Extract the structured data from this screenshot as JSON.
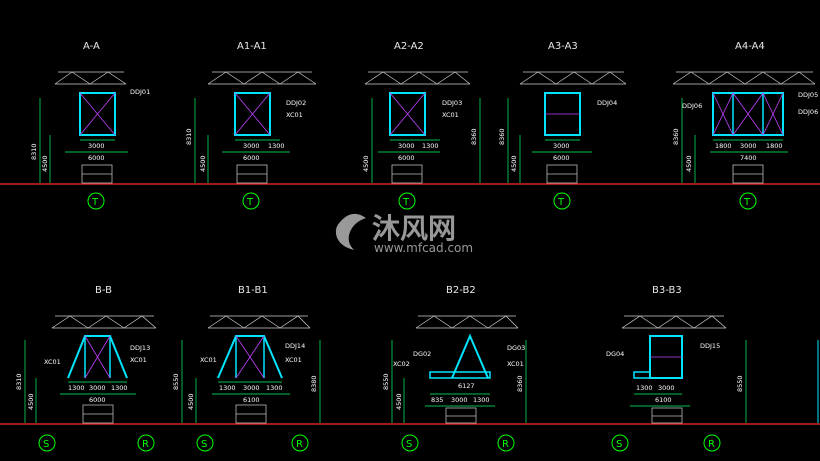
{
  "sections": [
    {
      "title": "A-A",
      "axis_labels": [
        "T"
      ],
      "heights": [
        "8310",
        "4500"
      ],
      "dims": [
        "3000",
        "6000"
      ],
      "members": [
        "DDJ01"
      ]
    },
    {
      "title": "A1-A1",
      "axis_labels": [
        "T"
      ],
      "heights": [
        "8310",
        "4500"
      ],
      "dims": [
        "3000",
        "6000",
        "1300"
      ],
      "members": [
        "DDJ02",
        "XC01"
      ]
    },
    {
      "title": "A2-A2",
      "axis_labels": [
        "T"
      ],
      "heights": [
        "8360",
        "4500"
      ],
      "dims": [
        "3000",
        "1300",
        "6000"
      ],
      "members": [
        "DDJ03",
        "XC01"
      ]
    },
    {
      "title": "A3-A3",
      "axis_labels": [
        "T"
      ],
      "heights": [
        "8360",
        "4500"
      ],
      "dims": [
        "3000",
        "6000"
      ],
      "members": [
        "DDJ04"
      ]
    },
    {
      "title": "A4-A4",
      "axis_labels": [
        "T"
      ],
      "heights": [
        "8360",
        "4500"
      ],
      "dims": [
        "1800",
        "3000",
        "1800",
        "7400"
      ],
      "members": [
        "DDJ06",
        "DDJ05",
        "DDJ06"
      ]
    },
    {
      "title": "B-B",
      "axis_labels": [
        "S",
        "R"
      ],
      "heights": [
        "8310",
        "4500"
      ],
      "dims": [
        "1300",
        "3000",
        "1300",
        "6000"
      ],
      "members": [
        "XC01",
        "DDJ13",
        "XC01"
      ]
    },
    {
      "title": "B1-B1",
      "axis_labels": [
        "S",
        "R"
      ],
      "heights": [
        "8550",
        "8380",
        "4500"
      ],
      "dims": [
        "1300",
        "3000",
        "1300",
        "6100"
      ],
      "members": [
        "XC01",
        "DDJ14",
        "XC01"
      ]
    },
    {
      "title": "B2-B2",
      "axis_labels": [
        "S",
        "R"
      ],
      "heights": [
        "8550",
        "8360",
        "4500"
      ],
      "dims": [
        "835",
        "3000",
        "1300",
        "6127"
      ],
      "members": [
        "XC02",
        "DG02",
        "DG03",
        "XC01"
      ]
    },
    {
      "title": "B3-B3",
      "axis_labels": [
        "S",
        "R"
      ],
      "heights": [
        "8550"
      ],
      "dims": [
        "1300",
        "3000",
        "6100"
      ],
      "members": [
        "DG04",
        "DDJ15"
      ]
    }
  ],
  "watermark": {
    "cn": "沐风网",
    "url": "www.mfcad.com"
  },
  "colors": {
    "ground": "#ff2a2a",
    "frame": "#00e5ff",
    "cyan": "#00cfe8",
    "brace": "#c040ff",
    "dim": "#00ff66",
    "axis": "#00ff00",
    "white": "#ffffff",
    "grey": "#cfcfcf"
  }
}
